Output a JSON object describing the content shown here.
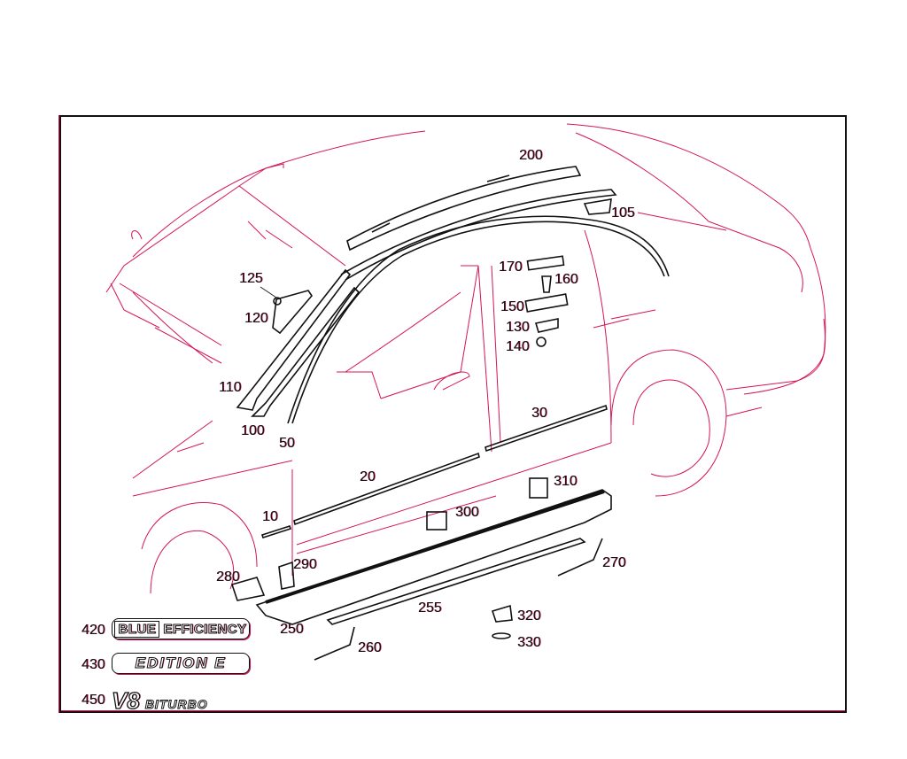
{
  "diagram": {
    "type": "exploded parts diagram",
    "subject": "vehicle side trim moldings, roof rails, sill panels and emblems",
    "colors": {
      "line": "#111111",
      "accent": "#d4145a",
      "background": "#ffffff"
    },
    "callouts": [
      {
        "id": "10",
        "label": "10"
      },
      {
        "id": "20",
        "label": "20"
      },
      {
        "id": "30",
        "label": "30"
      },
      {
        "id": "50",
        "label": "50"
      },
      {
        "id": "100",
        "label": "100"
      },
      {
        "id": "105",
        "label": "105"
      },
      {
        "id": "110",
        "label": "110"
      },
      {
        "id": "120",
        "label": "120"
      },
      {
        "id": "125",
        "label": "125"
      },
      {
        "id": "130",
        "label": "130"
      },
      {
        "id": "140",
        "label": "140"
      },
      {
        "id": "150",
        "label": "150"
      },
      {
        "id": "160",
        "label": "160"
      },
      {
        "id": "170",
        "label": "170"
      },
      {
        "id": "200",
        "label": "200"
      },
      {
        "id": "250",
        "label": "250"
      },
      {
        "id": "255",
        "label": "255"
      },
      {
        "id": "260",
        "label": "260"
      },
      {
        "id": "270",
        "label": "270"
      },
      {
        "id": "280",
        "label": "280"
      },
      {
        "id": "290",
        "label": "290"
      },
      {
        "id": "300",
        "label": "300"
      },
      {
        "id": "310",
        "label": "310"
      },
      {
        "id": "320",
        "label": "320"
      },
      {
        "id": "330",
        "label": "330"
      }
    ],
    "emblems": [
      {
        "number": "420",
        "text_boxed": "BLUE",
        "text": "EFFICIENCY"
      },
      {
        "number": "430",
        "text": "EDITION E"
      },
      {
        "number": "450",
        "text_large": "V8",
        "text": "BITURBO"
      }
    ]
  }
}
